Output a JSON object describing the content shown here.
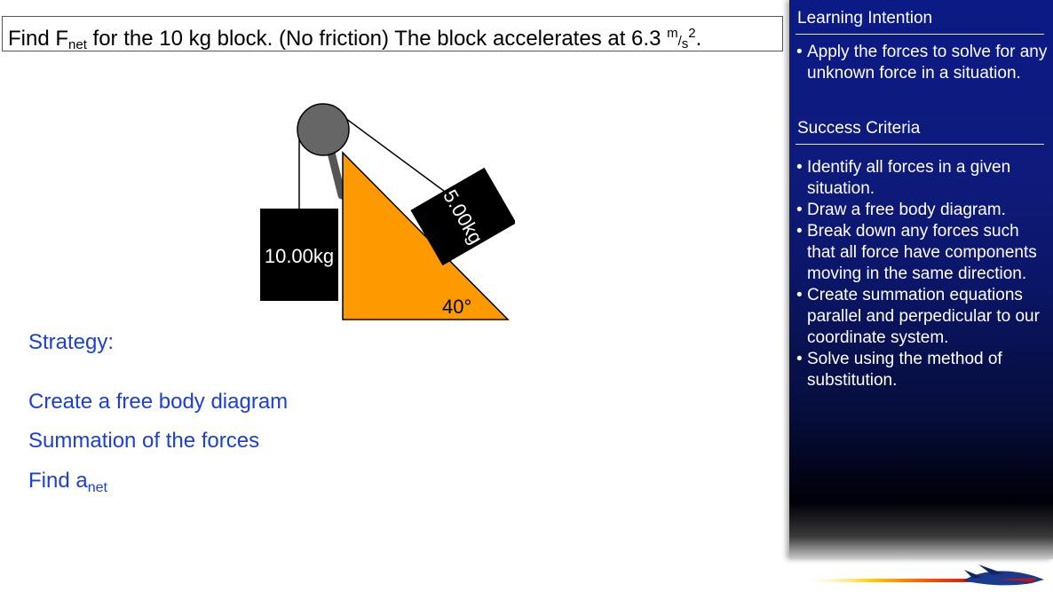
{
  "question": {
    "prefix": "Find F",
    "sub": "net",
    "mid": " for the 10 kg block. (No friction) The block accelerates at 6.3 ",
    "unit_num": "m",
    "slash": "/",
    "unit_den": "s",
    "unit_sup": "2",
    "end": "."
  },
  "diagram": {
    "hanging_mass": "10.00kg",
    "incline_mass": "5.00kg",
    "angle": "40°",
    "colors": {
      "incline": "#ff9900",
      "pulley": "#666666",
      "block": "#000000"
    }
  },
  "strategy": {
    "title": "Strategy:",
    "steps": {
      "s1": "Create a free body diagram",
      "s2": "Summation of the forces",
      "s3_main": "Find a",
      "s3_sub": "net"
    }
  },
  "sidebar": {
    "learning_title": "Learning Intention",
    "learning_items": [
      "Apply the forces to solve for any unknown force in a situation."
    ],
    "success_title": "Success Criteria",
    "success_items": [
      "Identify all forces in a given situation.",
      "Draw a free body diagram.",
      "Break down any forces such that all force have components moving in the same direction.",
      "Create summation equations parallel and perpedicular to our coordinate system.",
      "Solve using the method of substitution."
    ]
  }
}
